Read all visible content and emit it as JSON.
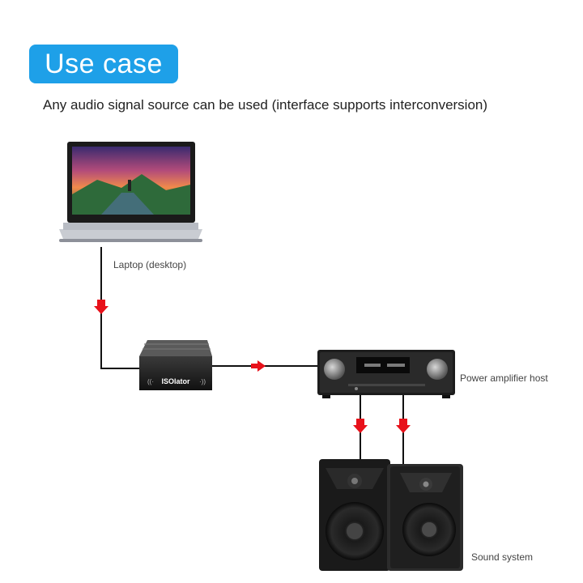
{
  "header": {
    "badge": "Use case",
    "subtitle": "Any audio signal source can be used (interface supports interconversion)"
  },
  "devices": {
    "laptop": {
      "label": "Laptop (desktop)"
    },
    "isolator": {
      "brand": "ISOlator"
    },
    "amplifier": {
      "label": "Power amplifier host"
    },
    "speakers": {
      "label": "Sound system"
    }
  },
  "colors": {
    "accent": "#1ea0e8",
    "arrow": "#e8111a",
    "wire": "#111111"
  }
}
